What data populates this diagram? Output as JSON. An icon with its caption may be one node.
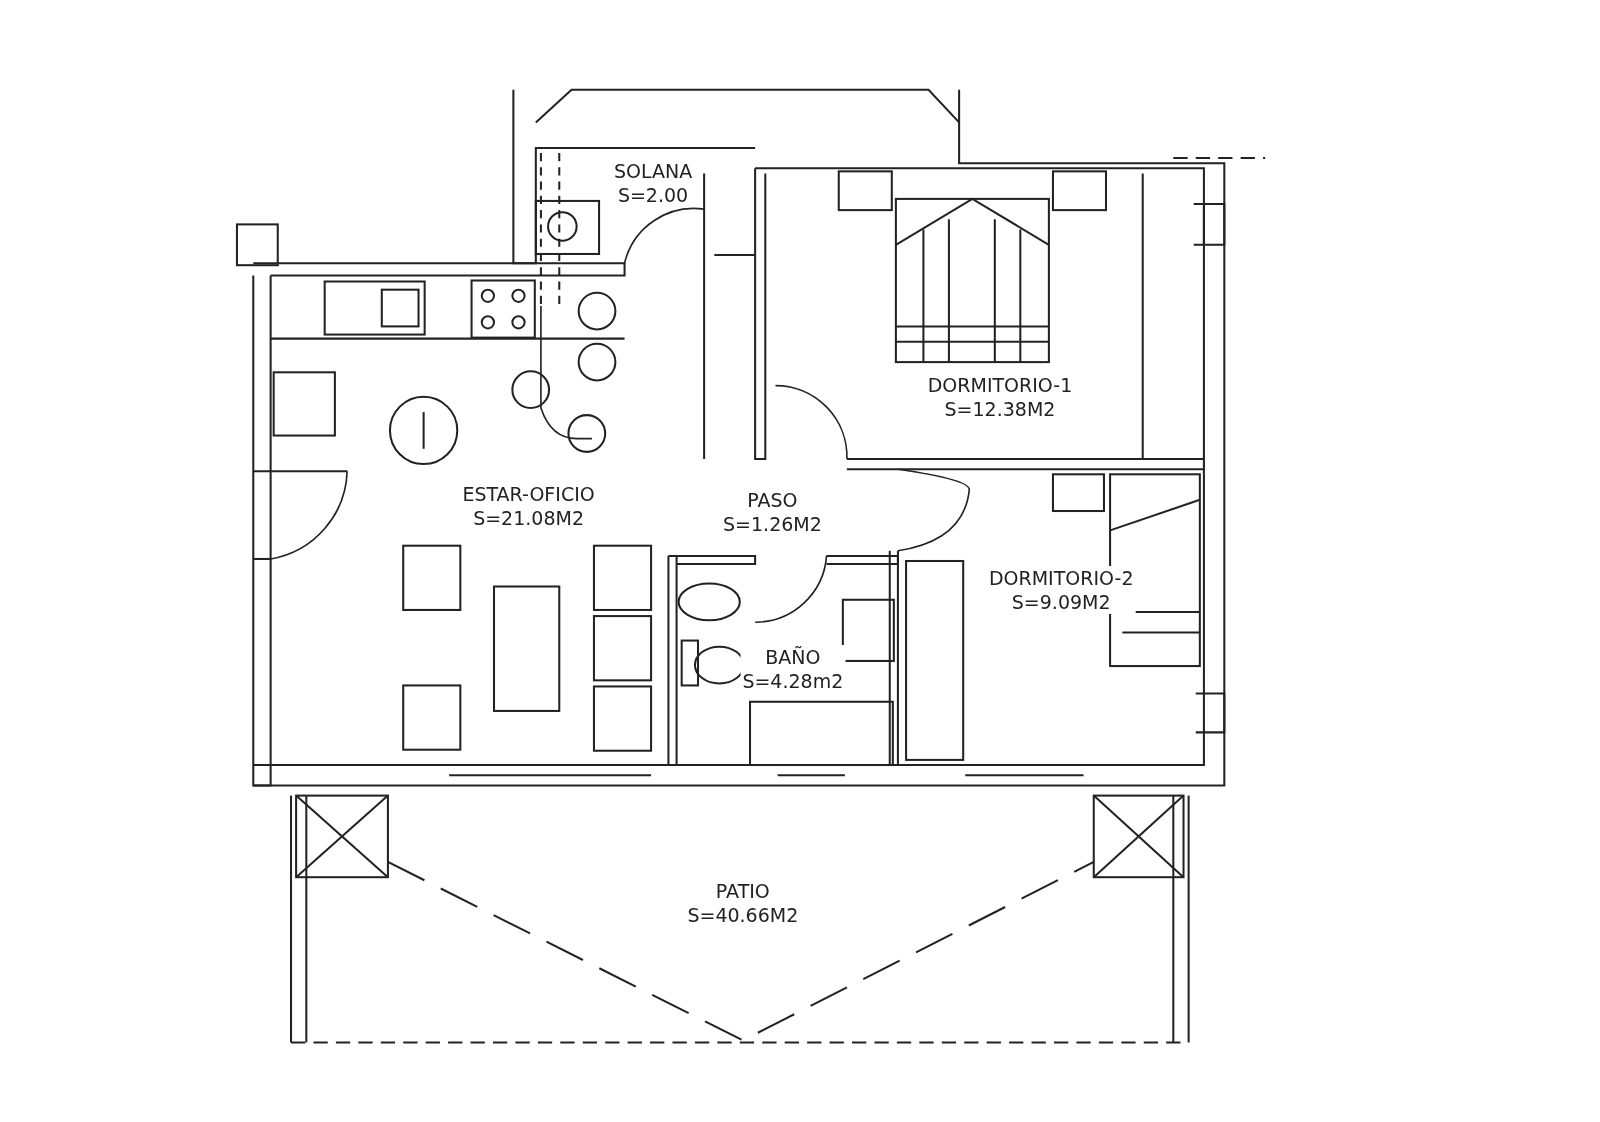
{
  "diagram": {
    "nodes": [
      {
        "text": [
          "SOLANA",
          "S=2.00"
        ]
      },
      {
        "text": [
          "DORMITORIO-1",
          "S=12.38M2"
        ]
      },
      {
        "text": [
          "ESTAR-OFICIO",
          "S=21.08M2"
        ]
      },
      {
        "text": [
          "PASO",
          "S=1.26M2"
        ]
      },
      {
        "text": [
          "DORMITORIO-2",
          "S=9.09M2"
        ]
      },
      {
        "text": [
          "BAÑO",
          "S=4.28m2"
        ]
      },
      {
        "text": [
          "PATIO",
          "S=40.66M2"
        ]
      }
    ],
    "edges": []
  }
}
